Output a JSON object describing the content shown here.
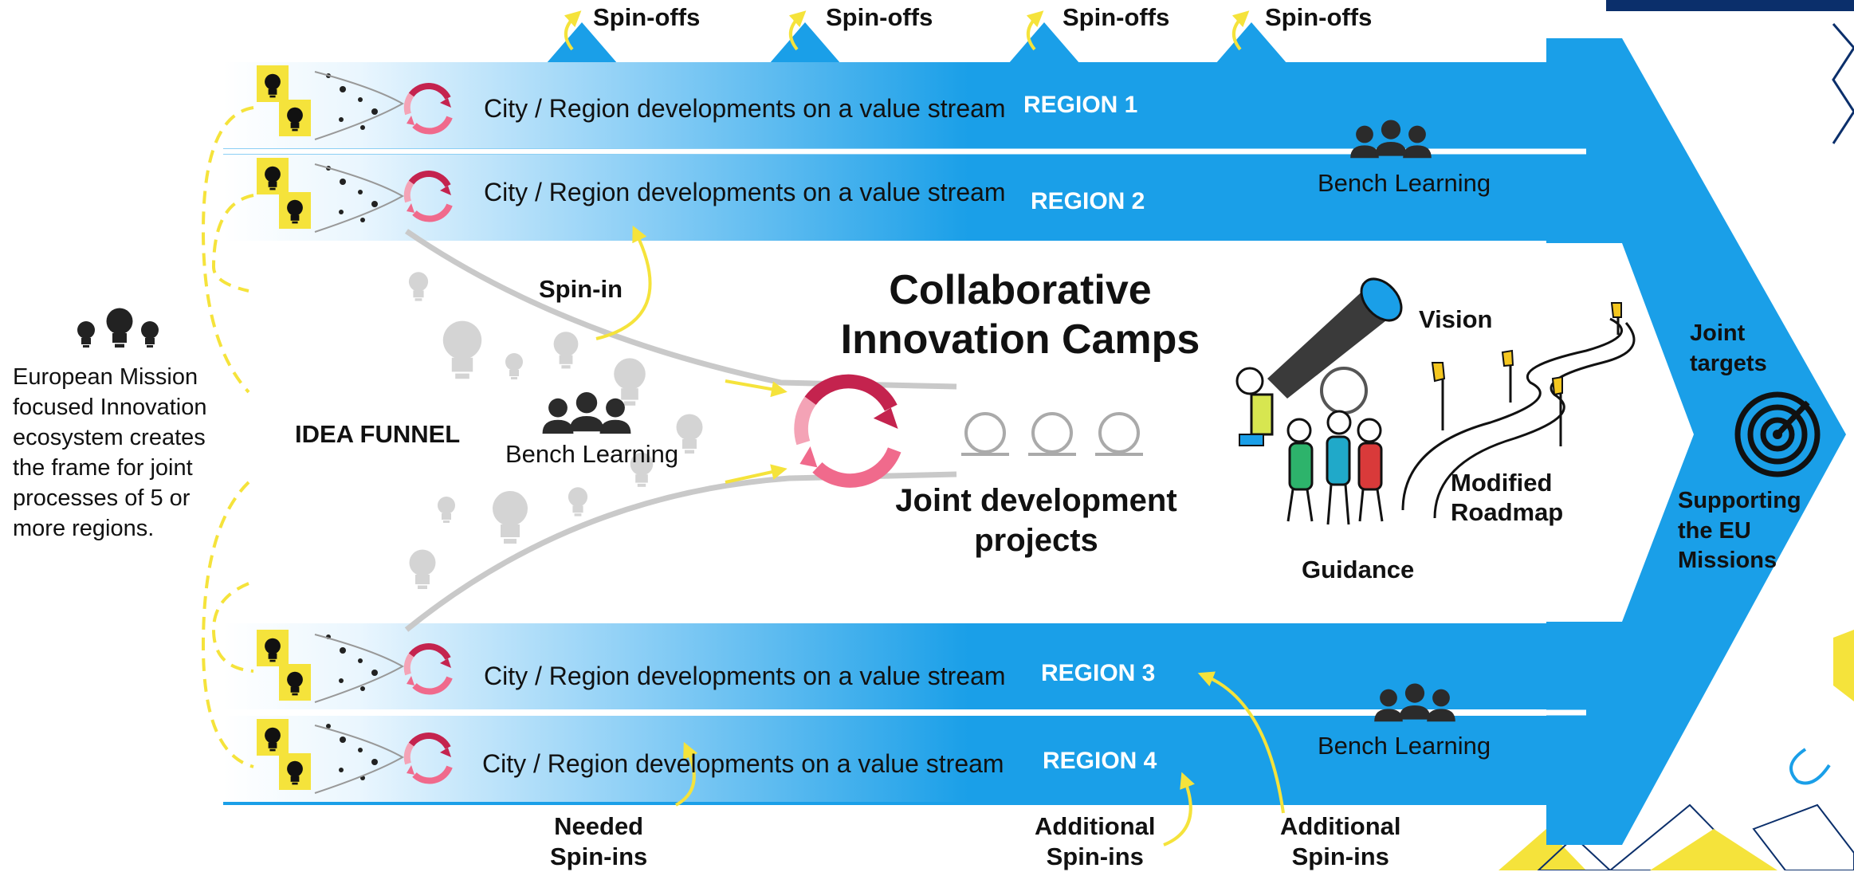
{
  "spinoffs": [
    "Spin-offs",
    "Spin-offs",
    "Spin-offs",
    "Spin-offs"
  ],
  "streams": [
    {
      "text": "City / Region developments on a value stream",
      "region": "REGION 1"
    },
    {
      "text": "City / Region developments on a value stream",
      "region": "REGION 2"
    },
    {
      "text": "City / Region developments on a value stream",
      "region": "REGION 3"
    },
    {
      "text": "City / Region developments on a value stream",
      "region": "REGION 4"
    }
  ],
  "bench_learning": "Bench Learning",
  "intro_text": [
    "European Mission",
    "focused Innovation",
    "ecosystem creates",
    "the frame for joint",
    "processes of 5 or",
    "more regions."
  ],
  "idea_funnel": "IDEA FUNNEL",
  "spin_in": "Spin-in",
  "camps_title": [
    "Collaborative",
    "Innovation Camps"
  ],
  "joint_dev": [
    "Joint development",
    "projects"
  ],
  "vision": "Vision",
  "modified_roadmap": [
    "Modified",
    "Roadmap"
  ],
  "guidance": "Guidance",
  "joint_targets": [
    "Joint",
    "targets"
  ],
  "supporting": [
    "Supporting",
    "the EU",
    "Missions"
  ],
  "needed_spinins": [
    "Needed",
    "Spin-ins"
  ],
  "additional_spinins": [
    "Additional",
    "Spin-ins"
  ],
  "colors": {
    "arrow_blue": "#1a9fe8",
    "light_blue": "#d8eefc",
    "yellow": "#f5e33b",
    "navy": "#0b2f6b",
    "ring_dark": "#c4234e",
    "ring_light": "#f4a3b6"
  }
}
